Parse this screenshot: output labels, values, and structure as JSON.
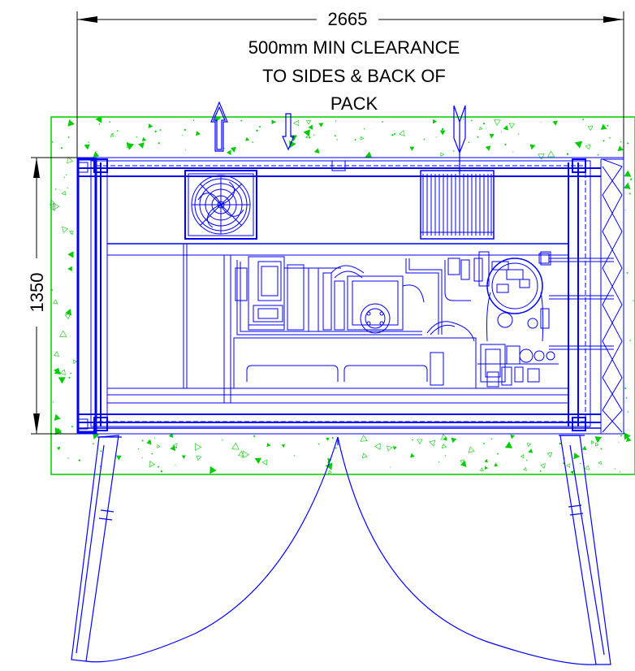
{
  "colors": {
    "background": "#ffffff",
    "plant": "#0000ff",
    "slab": "#00cc00",
    "dimension": "#000000"
  },
  "dimensions": {
    "width": "2665",
    "depth": "1350"
  },
  "note": {
    "line1": "500mm MIN CLEARANCE",
    "line2": "TO SIDES & BACK OF",
    "line3": "PACK"
  }
}
